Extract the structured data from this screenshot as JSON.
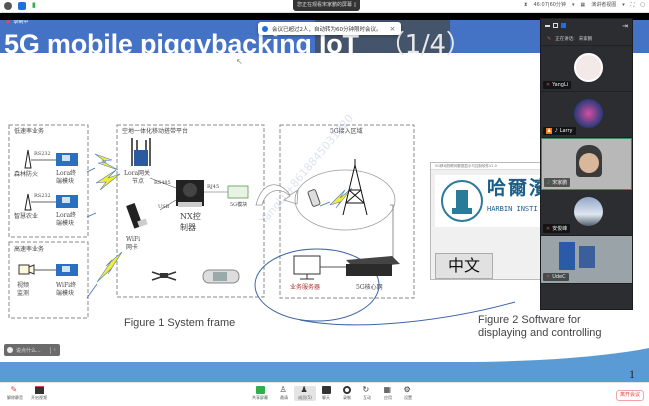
{
  "window": {
    "sharing_banner": "您正在观看宋家鹏的屏幕",
    "meeting_timer": "46:07|60分钟",
    "view_mode": "演讲者视图",
    "recording_label": "录制中"
  },
  "notification": {
    "text": "会议已超过2人，自动转为60分钟限时会议。",
    "close": "×"
  },
  "slide": {
    "title": "5G mobile piggybacking IoT",
    "page_indicator": "（1/4）",
    "page_number": "1",
    "figure1_caption": "Figure 1  System frame",
    "figure2_caption_line1": "Figure 2  Software for",
    "figure2_caption_line2": "displaying and controlling",
    "watermark": "YangLi +8618845031020",
    "diagram": {
      "low_rate_group": "低速率业务",
      "high_rate_group": "高速率业务",
      "platform_group": "空地一体化移动搭带平台",
      "access_group": "5G接入区域",
      "rs232_a": "RS232",
      "rs232_b": "RS232",
      "forest_fire": "森林防火",
      "smart_agri": "智慧农业",
      "lora_module_1a": "Lora终",
      "lora_module_1b": "端模块",
      "lora_module_2a": "Lora终",
      "lora_module_2b": "端模块",
      "video_a": "视频",
      "video_b": "监测",
      "wifi_module_a": "WiFi终",
      "wifi_module_b": "端模块",
      "lora_gateway_a": "Lora网关",
      "lora_gateway_b": "节点",
      "rs485": "RS485",
      "usb": "USB",
      "rj45": "RJ45",
      "nx_a": "NX控",
      "nx_b": "制器",
      "wifi_card_a": "WiFi",
      "wifi_card_b": "网卡",
      "module_5g": "5G模块",
      "business_server": "业务服务器",
      "core_5g": "5G核心网"
    },
    "software": {
      "window_title": "5G移动物联网数据显示与控制软件V1.0",
      "logo_cn": "哈爾濱",
      "logo_en": "HARBIN INSTI",
      "language_button": "中文"
    }
  },
  "chat": {
    "placeholder": "说点什么..."
  },
  "video_panel": {
    "speaking_label": "正在讲话:",
    "speaking_name": "宋家鹏",
    "participants": [
      {
        "name": "YangLi",
        "mic": "muted"
      },
      {
        "name": "Larry",
        "mic": "on"
      },
      {
        "name": "宋家鹏",
        "mic": "on"
      },
      {
        "name": "安俊峰",
        "mic": "muted"
      },
      {
        "name": "UdeC",
        "mic": "muted"
      }
    ]
  },
  "toolbar": {
    "left": [
      {
        "label": "解除静音",
        "icon": "mic-muted-icon"
      },
      {
        "label": "开启视频",
        "icon": "camera-off-icon"
      }
    ],
    "center": [
      {
        "label": "共享屏幕",
        "icon": "share-screen-icon"
      },
      {
        "label": "邀请",
        "icon": "invite-icon"
      },
      {
        "label": "成员(5)",
        "icon": "members-icon"
      },
      {
        "label": "聊天",
        "icon": "chat-icon"
      },
      {
        "label": "录制",
        "icon": "record-icon"
      },
      {
        "label": "互动",
        "icon": "interact-icon"
      },
      {
        "label": "应用",
        "icon": "apps-icon"
      },
      {
        "label": "设置",
        "icon": "settings-icon"
      }
    ],
    "leave": "离开会议"
  },
  "colors": {
    "title_bar": "#4472c4",
    "title_dark": "#44546a",
    "accent_blue": "#5b9bd5",
    "leave_red": "#e04343"
  }
}
